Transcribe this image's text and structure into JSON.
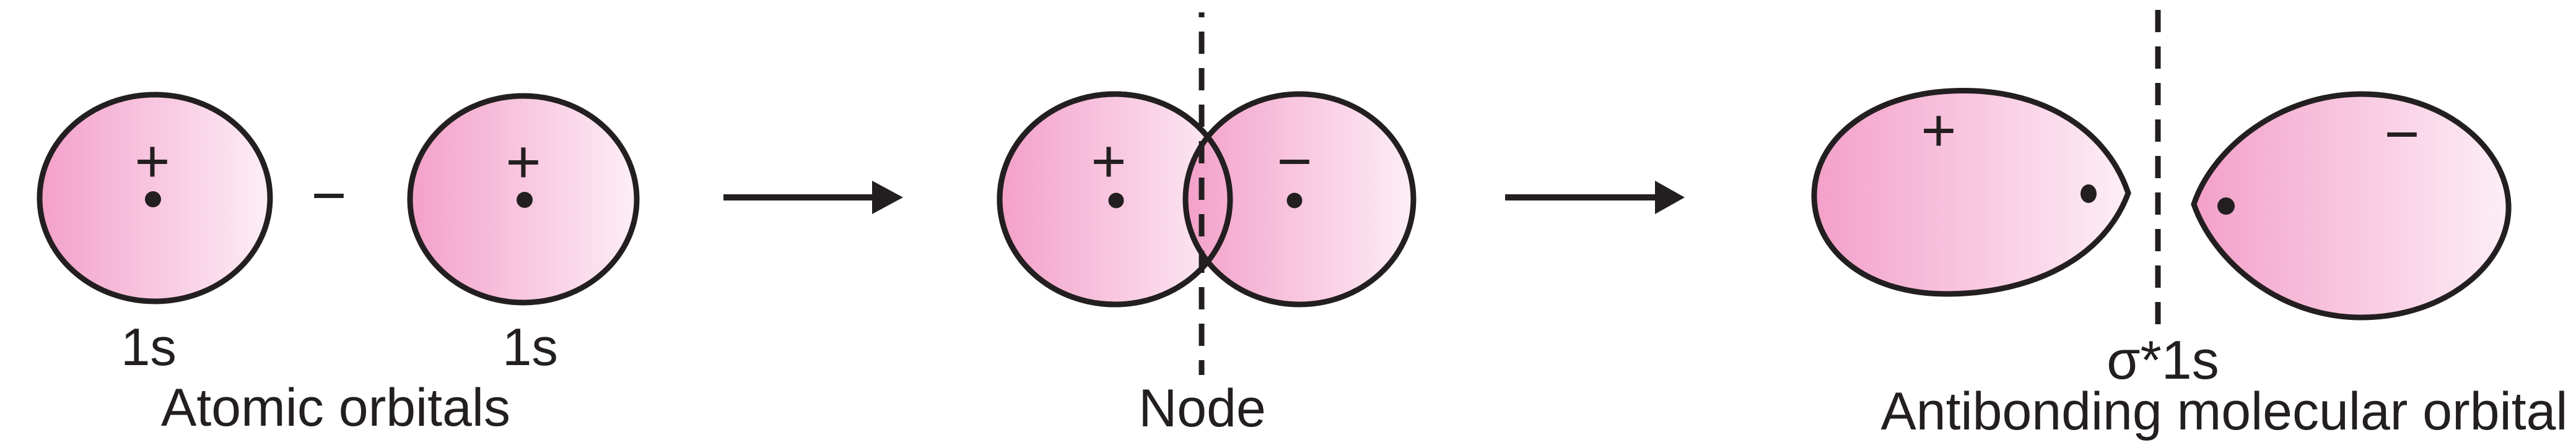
{
  "colors": {
    "ink": "#231f20",
    "lobe_dark": "#f3a0c9",
    "lobe_light": "#fdeef6",
    "background": "#ffffff"
  },
  "atomic_stage": {
    "orbital_a": {
      "phase_sign": "+",
      "label": "1s"
    },
    "operator": "−",
    "orbital_b": {
      "phase_sign": "+",
      "label": "1s"
    },
    "caption": "Atomic orbitals"
  },
  "overlap_stage": {
    "left_phase_sign": "+",
    "right_phase_sign": "−",
    "node_label": "Node"
  },
  "antibonding_stage": {
    "left_phase_sign": "+",
    "right_phase_sign": "−",
    "mo_label": "σ*1s",
    "caption": "Antibonding molecular orbital"
  }
}
